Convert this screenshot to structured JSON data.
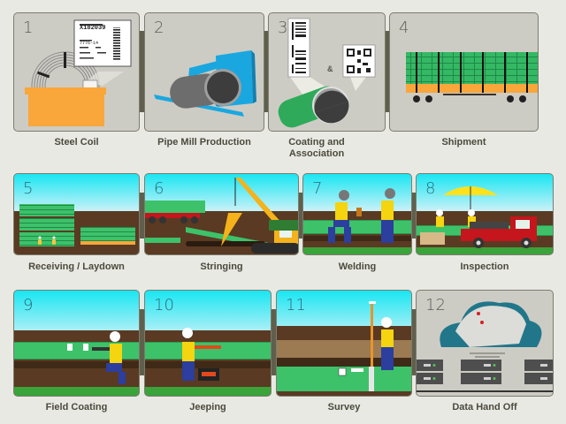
{
  "title": "Pipeline material traceability process",
  "steps": [
    {
      "number": "1",
      "label": "Steel Coil",
      "icon": "steel-coil-with-tag"
    },
    {
      "number": "2",
      "label": "Pipe Mill Production",
      "icon": "pipe-mill"
    },
    {
      "number": "3",
      "label": "Coating and Association",
      "label_line2": "",
      "icon": "coated-pipe-barcode-qr",
      "ampersand": "&"
    },
    {
      "number": "4",
      "label": "Shipment",
      "icon": "rail-car-with-pipes"
    },
    {
      "number": "5",
      "label": "Receiving / Laydown",
      "icon": "pipe-yard"
    },
    {
      "number": "6",
      "label": "Stringing",
      "icon": "crane-lifting-pipe"
    },
    {
      "number": "7",
      "label": "Welding",
      "icon": "welders"
    },
    {
      "number": "8",
      "label": "Inspection",
      "icon": "inspection-truck-umbrella"
    },
    {
      "number": "9",
      "label": "Field Coating",
      "icon": "worker-coating-joint"
    },
    {
      "number": "10",
      "label": "Jeeping",
      "icon": "worker-jeeping"
    },
    {
      "number": "11",
      "label": "Survey",
      "icon": "surveyor-gps-pole"
    },
    {
      "number": "12",
      "label": "Data Hand Off",
      "icon": "cloud-map-servers"
    }
  ],
  "coil_tag": {
    "id": "X182039",
    "code": "7776-14"
  },
  "colors": {
    "background": "#e9e9e4",
    "panel_gray": "#cdccc4",
    "connector": "#5f5f4c",
    "pipe_green": "#3dc26a",
    "coil_crate_orange": "#f9a63a",
    "mill_blue": "#1aa7e0",
    "sky": "#19e6f2",
    "soil": "#5a3a22",
    "truck_red": "#c4161c",
    "map_teal": "#22768a"
  }
}
